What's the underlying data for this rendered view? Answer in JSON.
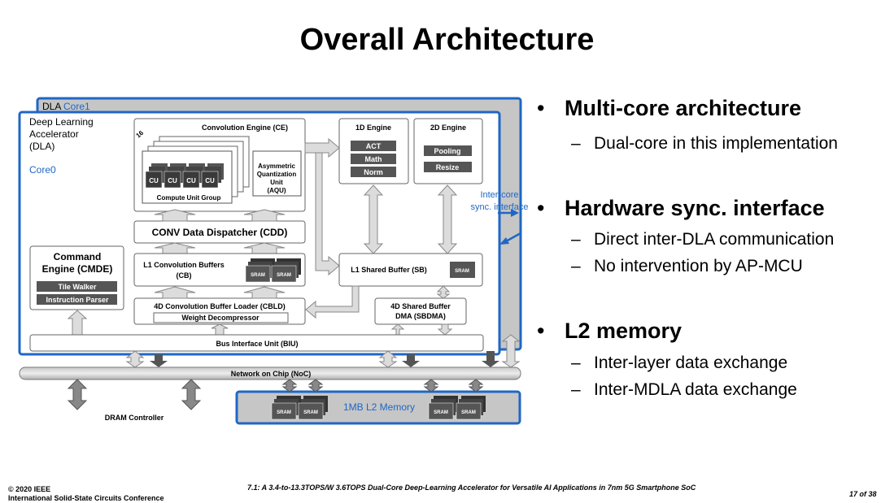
{
  "slide": {
    "title": "Overall Architecture",
    "page": "17 of 38",
    "footer_left_1": "© 2020 IEEE",
    "footer_left_2": "International Solid-State Circuits Conference",
    "footer_center": "7.1: A 3.4-to-13.3TOPS/W 3.6TOPS Dual-Core Deep-Learning Accelerator for Versatile AI Applications in 7nm 5G Smartphone SoC"
  },
  "bullets": [
    {
      "label": "Multi-core architecture",
      "subs": [
        "Dual-core in this implementation"
      ]
    },
    {
      "label": "Hardware sync. interface",
      "subs": [
        "Direct inter-DLA communication",
        "No intervention by AP-MCU"
      ]
    },
    {
      "label": "L2 memory",
      "subs": [
        "Inter-layer data exchange",
        "Inter-MDLA data exchange"
      ]
    }
  ],
  "diagram": {
    "core1_prefix": "DLA ",
    "core1_name": "Core1",
    "dla_title_1": "Deep Learning",
    "dla_title_2": "Accelerator",
    "dla_title_3": "(DLA)",
    "core0_name": "Core0",
    "ce_title": "Convolution Engine (CE)",
    "ce_stack_count": "16",
    "cu_label": "CU",
    "cu_group": "Compute Unit Group",
    "aqu_1": "Asymmetric",
    "aqu_2": "Quantization",
    "aqu_3": "Unit",
    "aqu_4": "(AQU)",
    "engine_1d": "1D Engine",
    "act": "ACT",
    "math": "Math",
    "norm": "Norm",
    "engine_2d": "2D Engine",
    "pooling": "Pooling",
    "resize": "Resize",
    "intercore_1": "Inter-core",
    "intercore_2": "sync. interface",
    "cdd": "CONV Data Dispatcher (CDD)",
    "cmde_1": "Command",
    "cmde_2": "Engine (CMDE)",
    "tile_walker": "Tile Walker",
    "instruction_parser": "Instruction Parser",
    "cb_1": "L1 Convolution Buffers",
    "cb_2": "(CB)",
    "sram": "SRAM",
    "sb": "L1 Shared Buffer (SB)",
    "cbld": "4D Convolution Buffer Loader (CBLD)",
    "weight_decompressor": "Weight Decompressor",
    "sbdma_1": "4D Shared Buffer",
    "sbdma_2": "DMA (SBDMA)",
    "biu": "Bus Interface Unit (BIU)",
    "noc": "Network on Chip (NoC)",
    "dram": "DRAM Controller",
    "l2": "1MB L2 Memory",
    "accent_color": "#1f67c4"
  }
}
